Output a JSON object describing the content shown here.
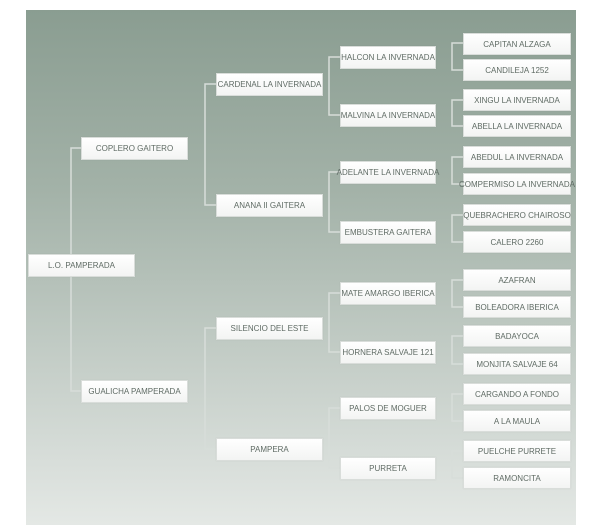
{
  "pedigree": {
    "subject": "L.O. PAMPERADA",
    "sire": "COPLERO GAITERO",
    "dam": "GUALICHA PAMPERADA",
    "sire_sire": "CARDENAL LA INVERNADA",
    "sire_dam": "ANANA II GAITERA",
    "dam_sire": "SILENCIO DEL ESTE",
    "dam_dam": "PAMPERA",
    "gen3": [
      "HALCON LA INVERNADA",
      "MALVINA LA INVERNADA",
      "ADELANTE LA INVERNADA",
      "EMBUSTERA GAITERA",
      "MATE AMARGO IBERICA",
      "HORNERA SALVAJE 121",
      "PALOS DE MOGUER",
      "PURRETA"
    ],
    "gen4": [
      "CAPITAN ALZAGA",
      "CANDILEJA 1252",
      "XINGU LA INVERNADA",
      "ABELLA LA INVERNADA",
      "ABEDUL LA INVERNADA",
      "COMPERMISO LA INVERNADA",
      "QUEBRACHERO CHAIROSO",
      "CALERO 2260",
      "AZAFRAN",
      "BOLEADORA IBERICA",
      "BADAYOCA",
      "MONJITA SALVAJE 64",
      "CARGANDO A FONDO",
      "A LA MAULA",
      "PUELCHE PURRETE",
      "RAMONCITA"
    ]
  },
  "colors": {
    "panel_top": "#8a9d91",
    "panel_bottom": "#e4e8e5",
    "node_bg": "#ffffff",
    "node_text": "#5f6b64",
    "connector": "#d7ddd9"
  }
}
